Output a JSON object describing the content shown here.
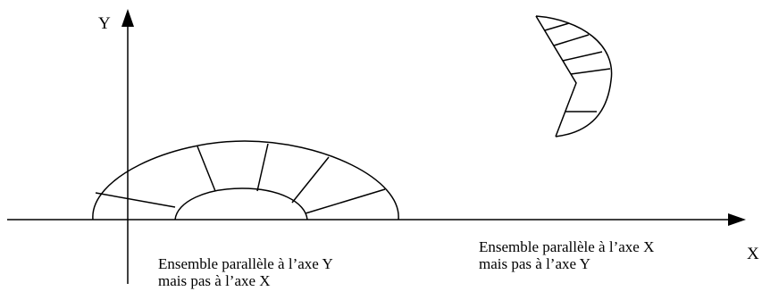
{
  "axes": {
    "x_label": "X",
    "y_label": "Y"
  },
  "captions": {
    "left_line1": "Ensemble parallèle à l’axe Y",
    "left_line2": "mais pas à l’axe X",
    "right_line1": "Ensemble parallèle à l’axe X",
    "right_line2": "mais pas à l’axe Y"
  },
  "colors": {
    "ink": "#000000",
    "background": "#ffffff"
  }
}
